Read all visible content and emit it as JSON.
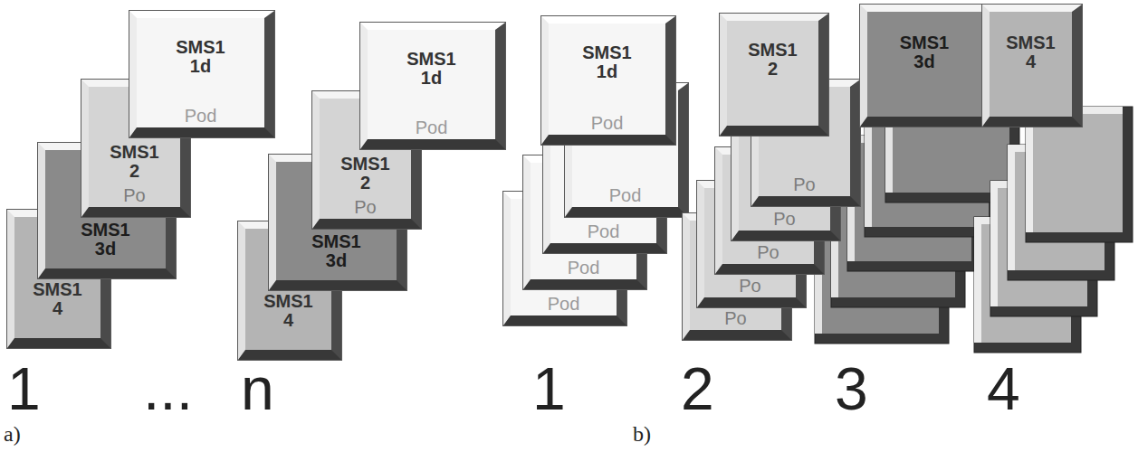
{
  "diagram": {
    "nodes": [
      {
        "text": [
          "SMS1 1d",
          "Pod"
        ]
      },
      {
        "text": [
          "SMS1 2",
          "Po"
        ]
      },
      {
        "text": [
          "SMS1 3d"
        ]
      },
      {
        "text": [
          "SMS1 4"
        ]
      },
      {
        "text": [
          "SMS1 1d",
          "Pod"
        ]
      },
      {
        "text": [
          "SMS1 2",
          "Po"
        ]
      },
      {
        "text": [
          "SMS1 3d"
        ]
      },
      {
        "text": [
          "SMS1 4"
        ]
      },
      {
        "text": [
          "SMS1 1d",
          "Pod"
        ]
      },
      {
        "text": [
          "Pod"
        ]
      },
      {
        "text": [
          "Pod"
        ]
      },
      {
        "text": [
          "Pod"
        ]
      },
      {
        "text": [
          "Pod"
        ]
      },
      {
        "text": [
          "SMS1 2"
        ]
      },
      {
        "text": [
          "Po"
        ]
      },
      {
        "text": [
          "Po"
        ]
      },
      {
        "text": [
          "Po"
        ]
      },
      {
        "text": [
          "Po"
        ]
      },
      {
        "text": [
          "Po"
        ]
      },
      {
        "text": [
          "SMS1 3d"
        ]
      },
      {
        "text": [
          "SMS1 4"
        ]
      }
    ],
    "labels": [
      "1",
      "...",
      "n",
      "a)",
      "1",
      "2",
      "3",
      "4",
      "b)"
    ]
  }
}
